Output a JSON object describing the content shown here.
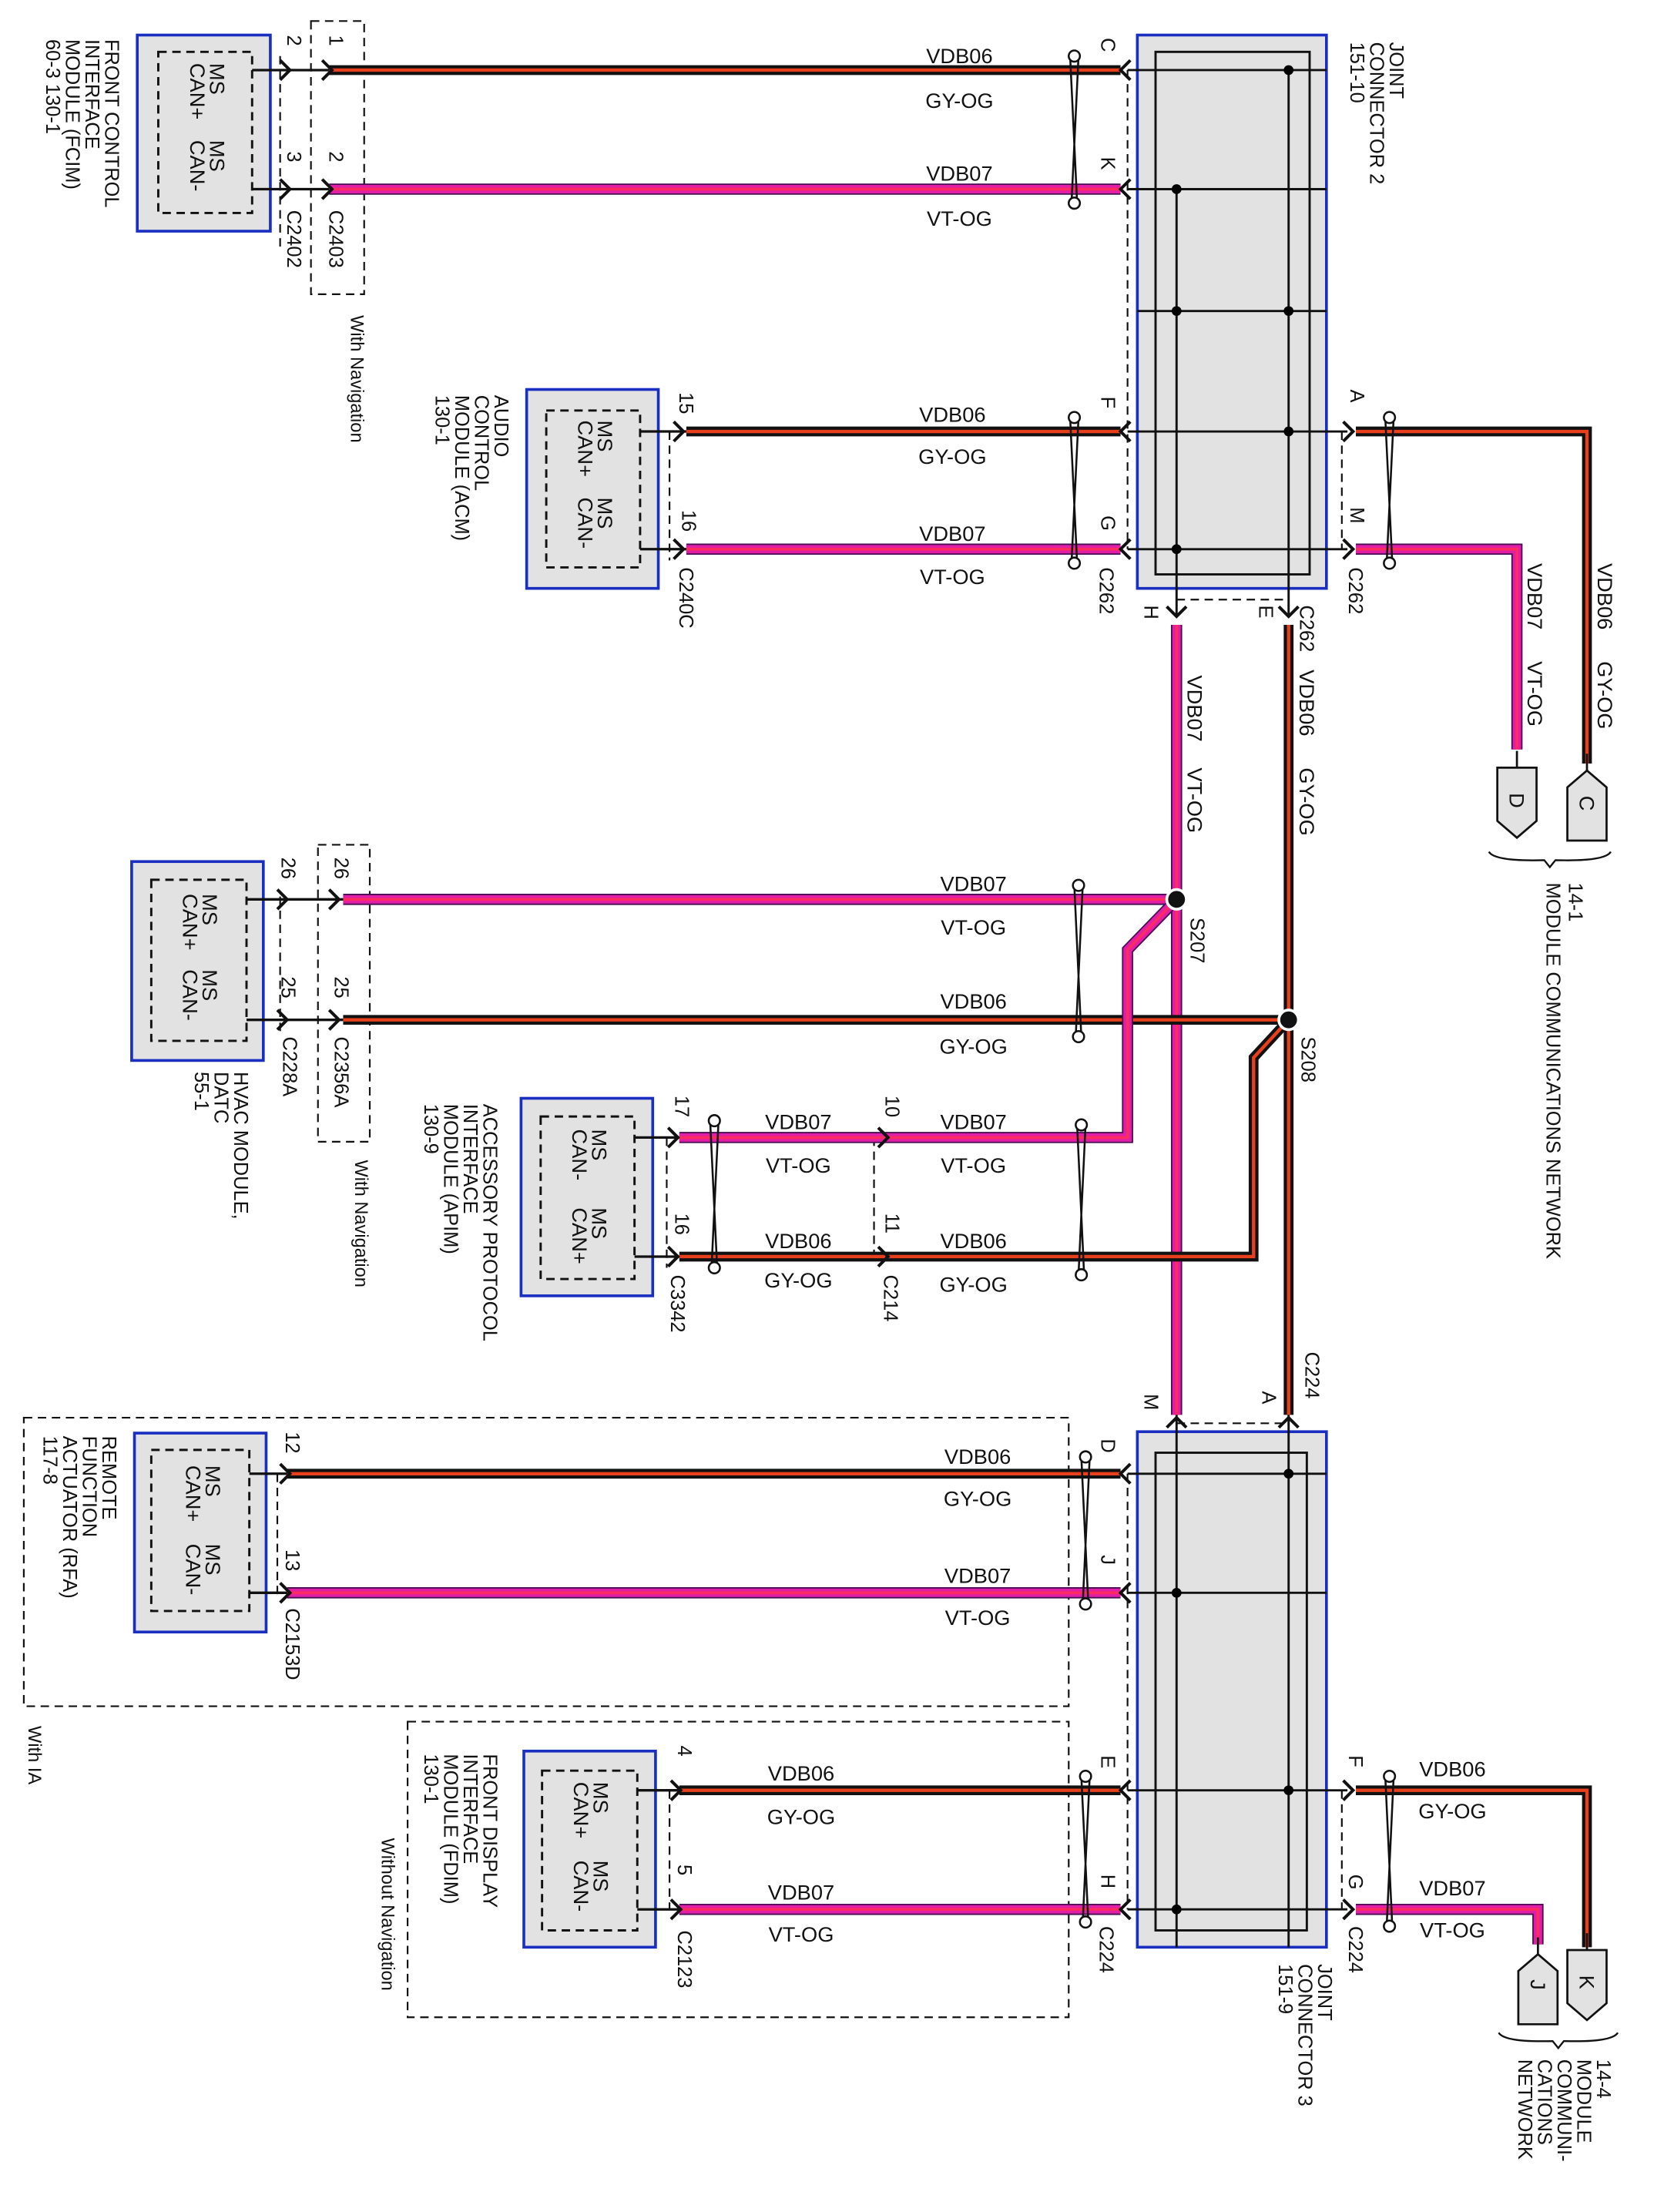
{
  "labels": {
    "fcim": [
      "FRONT CONTROL",
      "INTERFACE",
      "MODULE (FCIM)",
      "60-3    130-1"
    ],
    "acm": [
      "AUDIO",
      "CONTROL",
      "MODULE (ACM)",
      "130-1"
    ],
    "hvac": [
      "HVAC MODULE,",
      "DATC",
      "55-1"
    ],
    "apim": [
      "ACCESSORY PROTOCOL",
      "INTERFACE",
      "MODULE (APIM)",
      "130-9"
    ],
    "rfa": [
      "REMOTE",
      "FUNCTION",
      "ACTUATOR (RFA)",
      "117-8"
    ],
    "fdim": [
      "FRONT DISPLAY",
      "INTERFACE",
      "MODULE (FDIM)",
      "130-1"
    ],
    "jc2": [
      "JOINT",
      "CONNECTOR 2",
      "151-10"
    ],
    "jc3": [
      "JOINT",
      "CONNECTOR 3",
      "151-9"
    ],
    "net1": [
      "14-1",
      "MODULE COMMUNICATIONS NETWORK"
    ],
    "net4": [
      "14-4",
      "MODULE",
      "COMMUNI-",
      "CATIONS",
      "NETWORK"
    ]
  },
  "notes": {
    "with_nav": "With Navigation",
    "with_ia": "With IA",
    "without_nav": "Without Navigation"
  },
  "signals": {
    "ms": "MS",
    "can_plus": "CAN+",
    "can_minus": "CAN-"
  },
  "circuits": {
    "vdb06": "VDB06",
    "vdb07": "VDB07",
    "gy_og": "GY-OG",
    "vt_og": "VT-OG"
  },
  "connectors": {
    "c2402": "C2402",
    "c2403": "C2403",
    "c240c": "C240C",
    "c262": "C262",
    "c228a": "C228A",
    "c2356a": "C2356A",
    "c3342": "C3342",
    "c214": "C214",
    "c2153d": "C2153D",
    "c2123": "C2123",
    "c224": "C224"
  },
  "pins": {
    "p1": "1",
    "p2": "2",
    "p3": "3",
    "p4": "4",
    "p5": "5",
    "p10": "10",
    "p11": "11",
    "p12": "12",
    "p13": "13",
    "p15": "15",
    "p16": "16",
    "p17": "17",
    "p25": "25",
    "p26": "26",
    "A": "A",
    "C": "C",
    "D": "D",
    "E": "E",
    "F": "F",
    "G": "G",
    "H": "H",
    "J": "J",
    "K": "K",
    "M": "M"
  },
  "splices": {
    "s207": "S207",
    "s208": "S208"
  },
  "wire_colors": {
    "black": "#111111",
    "orange": "#e8401c",
    "violet": "#e01fa6",
    "pink": "#ff2a5f",
    "violet_edge": "#4a0d55",
    "box_outline": "#1a2fc0",
    "box_fill": "#e2e2e2"
  }
}
